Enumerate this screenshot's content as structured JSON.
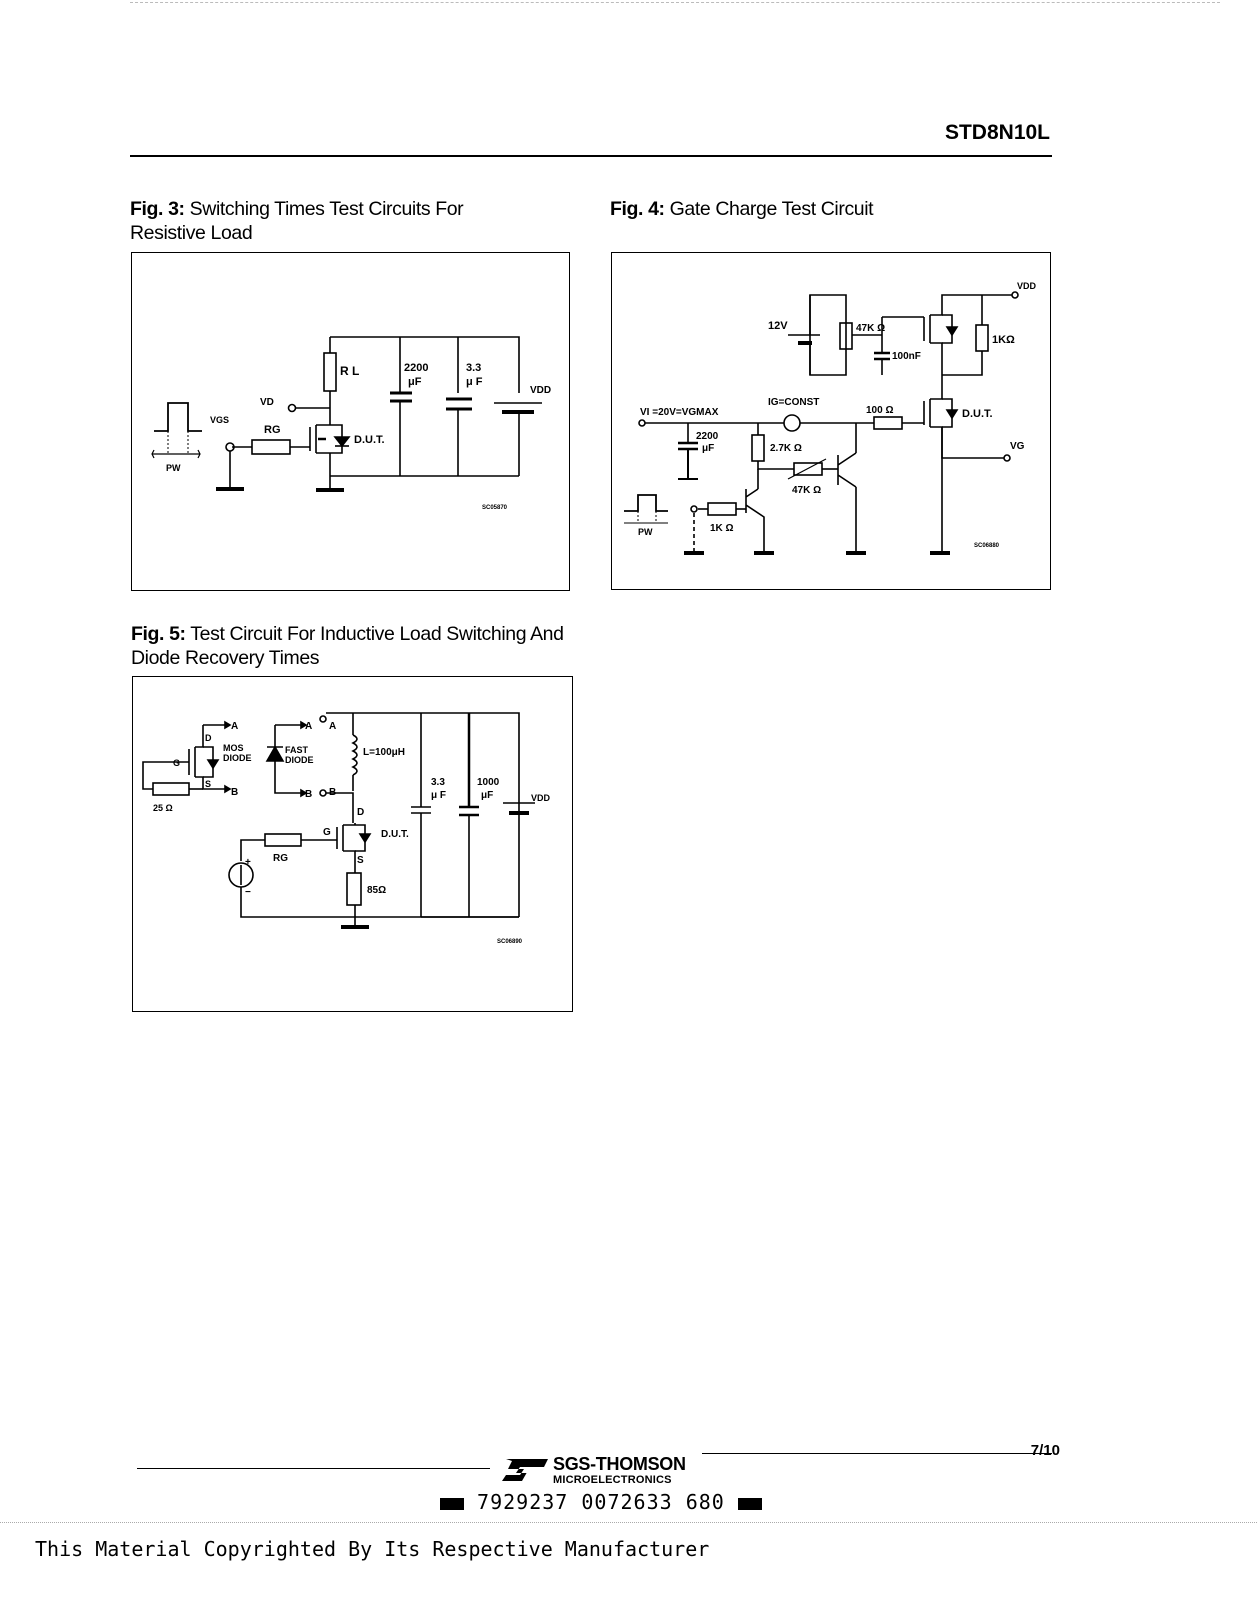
{
  "header": {
    "part_number": "STD8N10L"
  },
  "fig3": {
    "caption_label": "Fig. 3:",
    "caption_text": "Switching Times Test Circuits For Resistive Load",
    "labels": {
      "rl": "R L",
      "c1_value": "2200",
      "c1_unit": "μF",
      "c2_value": "3.3",
      "c2_unit": "μ F",
      "vdd": "VDD",
      "vd": "VD",
      "vgs": "VGS",
      "rg": "RG",
      "dut": "D.U.T.",
      "pw": "PW",
      "code": "SC05870"
    }
  },
  "fig4": {
    "caption_label": "Fig. 4:",
    "caption_text": "Gate Charge Test Circuit",
    "labels": {
      "vdd": "VDD",
      "v12": "12V",
      "r47k_top": "47K Ω",
      "c100nf": "100nF",
      "r1k_right": "1KΩ",
      "vi": "VI =20V=VGMAX",
      "ig": "IG=CONST",
      "r100": "100 Ω",
      "dut": "D.U.T.",
      "c2200": "2200",
      "c2200_unit": "μF",
      "r27k": "2.7K Ω",
      "vg": "VG",
      "r47k_mid": "47K Ω",
      "r1k_bottom": "1K Ω",
      "pw": "PW",
      "code": "SC06880"
    }
  },
  "fig5": {
    "caption_label": "Fig. 5:",
    "caption_text": "Test Circuit For Inductive Load Switching And Diode Recovery Times",
    "labels": {
      "a1": "A",
      "a2": "A",
      "a3": "A",
      "b1": "B",
      "b2": "B",
      "b3": "B",
      "d1": "D",
      "d2": "D",
      "mos": "MOS",
      "diode1": "DIODE",
      "fast": "FAST",
      "diode2": "DIODE",
      "g1": "G",
      "g2": "G",
      "s1": "S",
      "s2": "S",
      "r25": "25 Ω",
      "inductor": "L=100μH",
      "c33_value": "3.3",
      "c33_unit": "μ F",
      "c1000_value": "1000",
      "c1000_unit": "μF",
      "vdd": "VDD",
      "dut": "D.U.T.",
      "rg": "RG",
      "r85": "85Ω",
      "plus": "+",
      "minus": "−",
      "code": "SC06890"
    }
  },
  "footer": {
    "page": "7/10",
    "logo_main": "SGS-THOMSON",
    "logo_sub": "MICROELECTRONICS",
    "barcode": "7929237 0072633 680",
    "copyright": "This Material Copyrighted By Its Respective Manufacturer"
  }
}
